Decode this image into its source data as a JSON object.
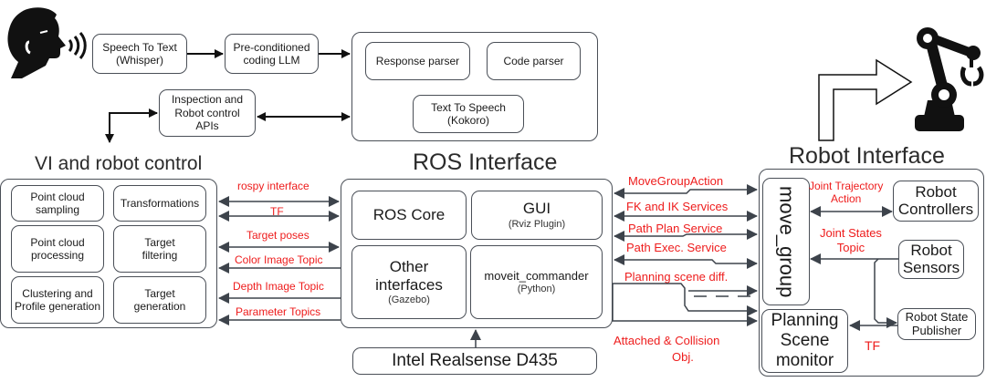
{
  "top_pipeline": {
    "speech_to_text": {
      "title": "Speech To Text",
      "sub": "(Whisper)"
    },
    "llm": {
      "line1": "Pre-conditioned",
      "line2": "coding LLM"
    },
    "parser_group": {
      "response_parser": "Response parser",
      "code_parser": "Code parser",
      "tts": {
        "title": "Text To Speech",
        "sub": "(Kokoro)"
      }
    },
    "apis": {
      "line1": "Inspection and",
      "line2": "Robot control",
      "line3": "APIs"
    }
  },
  "icons": {
    "speaker": "speaking-person-icon",
    "robot": "robot-arm-icon",
    "turn_arrow": "turn-right-arrow-icon"
  },
  "vi_section": {
    "heading": "VI and robot control",
    "modules": [
      {
        "line1": "Point cloud",
        "line2": "sampling"
      },
      {
        "line1": "Transformations",
        "line2": ""
      },
      {
        "line1": "Point cloud",
        "line2": "processing"
      },
      {
        "line1": "Target",
        "line2": "filtering"
      },
      {
        "line1": "Clustering and",
        "line2": "Profile generation"
      },
      {
        "line1": "Target",
        "line2": "generation"
      }
    ]
  },
  "vi_ros_links": [
    "rospy interface",
    "TF",
    "Target poses",
    "Color Image Topic",
    "Depth Image Topic",
    "Parameter Topics"
  ],
  "ros_section": {
    "heading": "ROS Interface",
    "ros_core": "ROS Core",
    "gui": {
      "title": "GUI",
      "sub": "(Rviz Plugin)"
    },
    "other": {
      "line1": "Other",
      "line2": "interfaces",
      "sub": "(Gazebo)"
    },
    "commander": {
      "title": "moveit_commander",
      "sub": "(Python)"
    },
    "camera": "Intel Realsense D435"
  },
  "ros_robot_links": [
    "MoveGroupAction",
    "FK and IK Services",
    "Path Plan Service",
    "Path Exec. Service",
    "Planning scene diff.",
    "Attached & Collision",
    "Obj."
  ],
  "robot_section": {
    "heading": "Robot Interface",
    "move_group": "move_group",
    "planning_monitor": {
      "line1": "Planning",
      "line2": "Scene",
      "line3": "monitor"
    },
    "controllers": {
      "line1": "Robot",
      "line2": "Controllers"
    },
    "sensors": {
      "line1": "Robot",
      "line2": "Sensors"
    },
    "state_publisher": {
      "line1": "Robot State",
      "line2": "Publisher"
    },
    "links": {
      "joint_trajectory": {
        "line1": "Joint Trajectory",
        "line2": "Action"
      },
      "joint_states": {
        "line1": "Joint States",
        "line2": "Topic"
      },
      "tf": "TF"
    }
  },
  "colors": {
    "line": "#4a4f57",
    "label_red": "#ee1c1c",
    "arrow_black": "#111111"
  }
}
